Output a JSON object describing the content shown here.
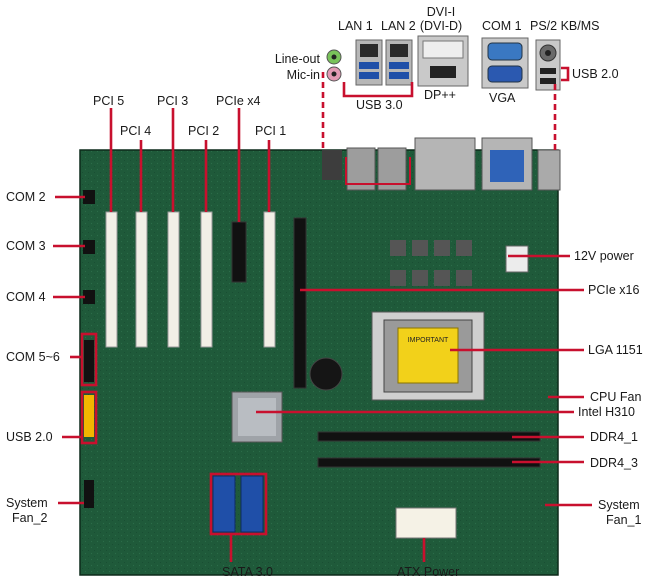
{
  "labels": {
    "dvi_i": "DVI-I",
    "dvi_d": "(DVI-D)",
    "lan1": "LAN 1",
    "lan2": "LAN 2",
    "com1": "COM 1",
    "ps2": "PS/2 KB/MS",
    "line_out": "Line-out",
    "mic_in": "Mic-in",
    "usb30_top": "USB 3.0",
    "dp": "DP++",
    "vga": "VGA",
    "usb20_top": "USB 2.0",
    "pci5": "PCI 5",
    "pci4": "PCI 4",
    "pci3": "PCI 3",
    "pci2": "PCI 2",
    "pcie_x4": "PCIe x4",
    "pci1": "PCI 1",
    "com2": "COM 2",
    "com3": "COM 3",
    "com4": "COM 4",
    "com56": "COM 5~6",
    "usb20_left": "USB 2.0",
    "sysfan2_a": "System",
    "sysfan2_b": "Fan_2",
    "sata": "SATA 3.0",
    "atx": "ATX Power",
    "power12v": "12V power",
    "pcie_x16": "PCIe x16",
    "lga": "LGA 1151",
    "cpu_fan": "CPU Fan",
    "h310": "Intel H310",
    "ddr4_1": "DDR4_1",
    "ddr4_3": "DDR4_3",
    "sysfan1_a": "System",
    "sysfan1_b": "Fan_1",
    "cpu_sticker": "IMPORTANT"
  },
  "colors": {
    "pcb": "#1f5a3a",
    "pcb_dark": "#143d27",
    "callout": "#c8102e",
    "slot_white": "#f2efe6",
    "slot_black": "#111111",
    "connector_blue": "#1f4fa8",
    "connector_yellow": "#f2b600"
  }
}
